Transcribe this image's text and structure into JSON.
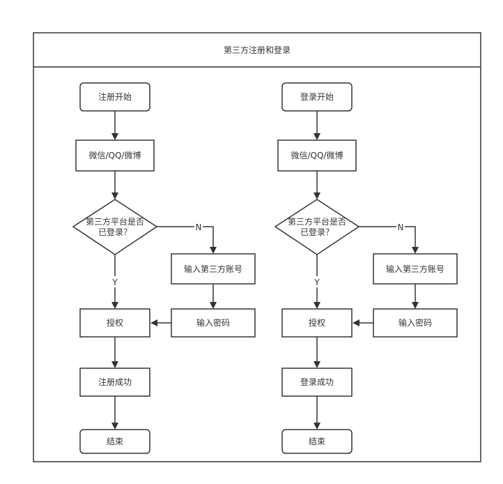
{
  "title": "第三方注册和登录",
  "flows": [
    {
      "id": "register",
      "start": "注册开始",
      "platform": "微信/QQ/微博",
      "decision_line1": "第三方平台是否",
      "decision_line2": "已登录？",
      "no_label": "N",
      "yes_label": "Y",
      "input_account": "输入第三方账号",
      "input_password": "输入密码",
      "authorize": "授权",
      "success": "注册成功",
      "end": "结束"
    },
    {
      "id": "login",
      "start": "登录开始",
      "platform": "微信/QQ/微博",
      "decision_line1": "第三方平台是否",
      "decision_line2": "已登录？",
      "no_label": "N",
      "yes_label": "Y",
      "input_account": "输入第三方账号",
      "input_password": "输入密码",
      "authorize": "授权",
      "success": "登录成功",
      "end": "结束"
    }
  ]
}
